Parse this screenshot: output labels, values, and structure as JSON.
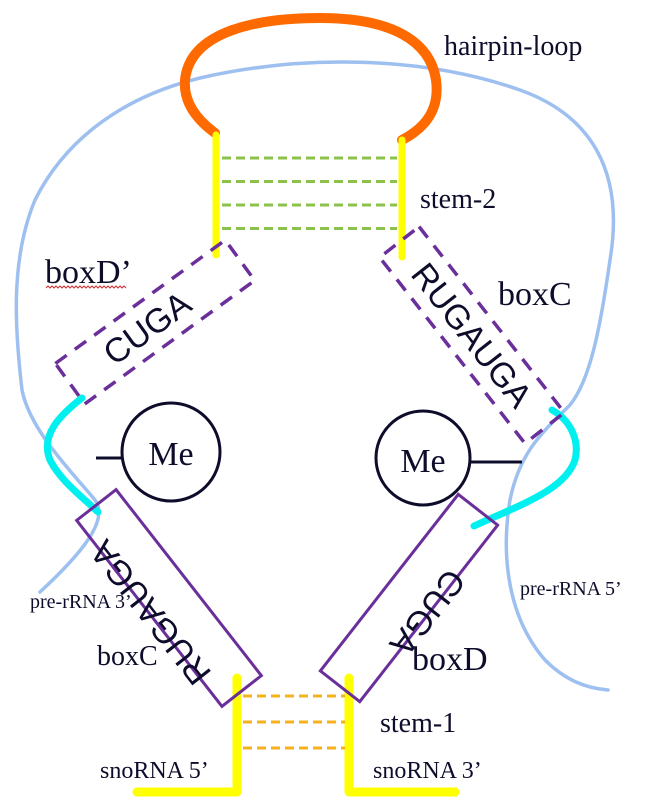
{
  "title": "snoRNA box C/D guide structure",
  "colors": {
    "hairpin_loop": "#ff6a00",
    "stem_strand": "#ffff00",
    "stem2_pairs": "#8bc34a",
    "stem1_pairs": "#f5b21b",
    "box": "#6a2f9a",
    "guide": "#00f0f0",
    "pre_rrna": "#9dc0f0",
    "text": "#0d0d2b"
  },
  "labels": {
    "hairpin_loop": "hairpin-loop",
    "stem2": "stem-2",
    "stem1": "stem-1",
    "boxD_prime": "boxD’",
    "boxC_prime": "boxC",
    "boxC": "boxC",
    "boxD": "boxD",
    "pre_rrna_3": "pre-rRNA 3’",
    "pre_rrna_5": "pre-rRNA 5’",
    "snorna_5": "snoRNA 5’",
    "snorna_3": "snoRNA 3’"
  },
  "boxes": {
    "boxD_prime_seq": "CUGA",
    "boxC_prime_seq": "RUGAUGA",
    "boxC_seq": "RUGAUGA",
    "boxD_seq": "CUGA"
  },
  "methyl": {
    "left": "Me",
    "right": "Me"
  },
  "stem2_pair_count": 4,
  "stem1_pair_count": 3
}
